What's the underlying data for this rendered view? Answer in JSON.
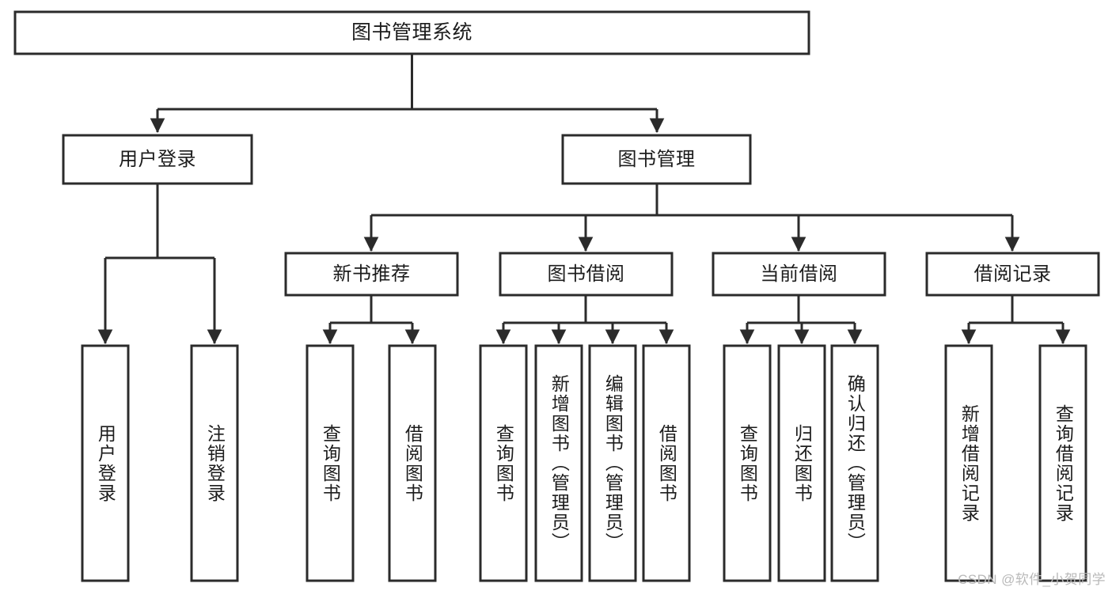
{
  "diagram": {
    "title": "图书管理系统",
    "type": "functional-decomposition-tree",
    "watermark": "CSDN @软件_小贺同学",
    "root": {
      "id": "root",
      "label": "图书管理系统"
    },
    "level2": [
      {
        "id": "user-login",
        "label": "用户登录"
      },
      {
        "id": "book-manage",
        "label": "图书管理"
      }
    ],
    "level3": [
      {
        "id": "new-book-recommend",
        "label": "新书推荐"
      },
      {
        "id": "book-borrow",
        "label": "图书借阅"
      },
      {
        "id": "current-borrow",
        "label": "当前借阅"
      },
      {
        "id": "borrow-record",
        "label": "借阅记录"
      }
    ],
    "leaves": {
      "user_login": [
        {
          "id": "leaf-user-login",
          "label": "用户登录"
        },
        {
          "id": "leaf-logout-login",
          "label": "注销登录"
        }
      ],
      "new_book_recommend": [
        {
          "id": "leaf-query-book-1",
          "label": "查询图书"
        },
        {
          "id": "leaf-borrow-book-1",
          "label": "借阅图书"
        }
      ],
      "book_borrow": [
        {
          "id": "leaf-query-book-2",
          "label": "查询图书"
        },
        {
          "id": "leaf-add-book",
          "label": "新增图书（管理员）"
        },
        {
          "id": "leaf-edit-book",
          "label": "编辑图书（管理员）"
        },
        {
          "id": "leaf-borrow-book-2",
          "label": "借阅图书"
        }
      ],
      "current_borrow": [
        {
          "id": "leaf-query-book-3",
          "label": "查询图书"
        },
        {
          "id": "leaf-return-book",
          "label": "归还图书"
        },
        {
          "id": "leaf-confirm-return",
          "label": "确认归还（管理员）"
        }
      ],
      "borrow_record": [
        {
          "id": "leaf-add-record",
          "label": "新增借阅记录"
        },
        {
          "id": "leaf-query-record",
          "label": "查询借阅记录"
        }
      ]
    },
    "colors": {
      "stroke": "#2b2b2b",
      "fill": "#ffffff",
      "text": "#1c1c1c",
      "watermark": "#b9b9b9",
      "background": "#ffffff"
    }
  }
}
